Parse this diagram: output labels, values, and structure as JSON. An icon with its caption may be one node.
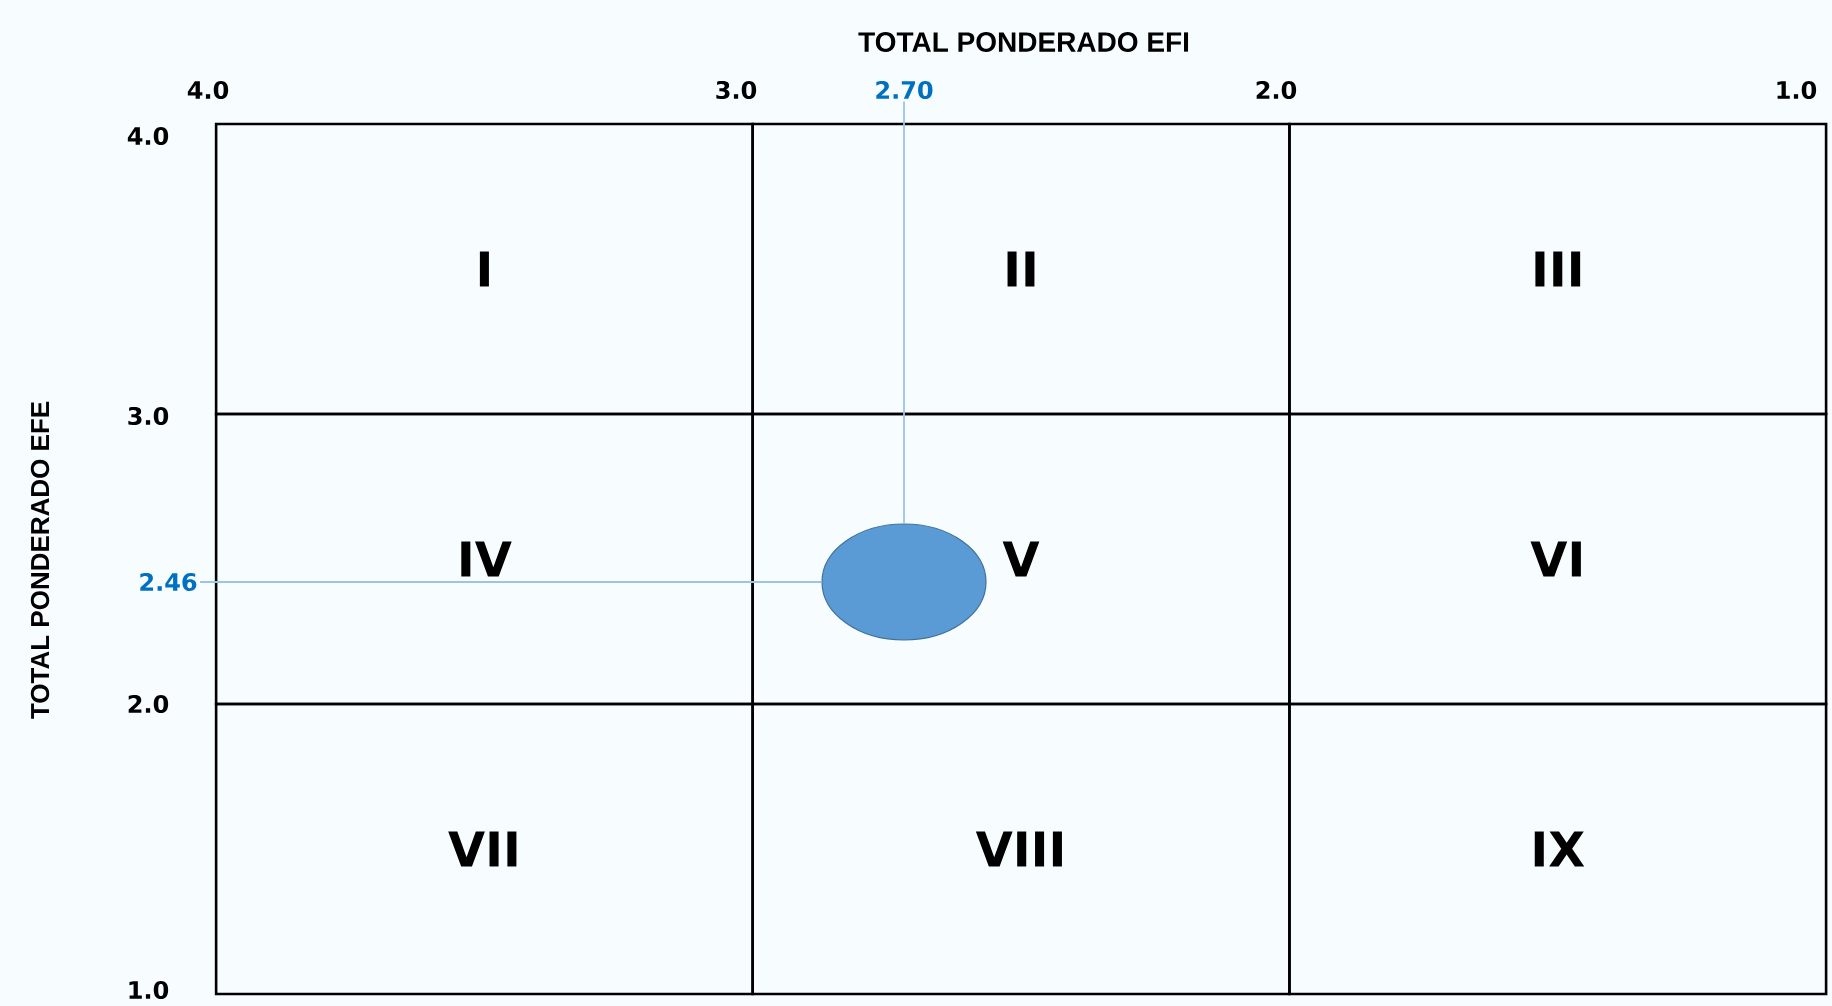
{
  "diagram": {
    "nodes": [
      {
        "text": [
          "I"
        ]
      },
      {
        "text": [
          "II"
        ]
      },
      {
        "text": [
          "III"
        ]
      },
      {
        "text": [
          "IV"
        ]
      },
      {
        "text": [
          "V"
        ]
      },
      {
        "text": [
          "VI"
        ]
      },
      {
        "text": [
          "VII"
        ]
      },
      {
        "text": [
          "VIII"
        ]
      },
      {
        "text": [
          "IX"
        ]
      },
      {
        "text": [
          "2.70"
        ]
      },
      {
        "text": [
          "2.46"
        ]
      },
      {
        "text": [],
        "shape": "circle",
        "in": 4
      }
    ],
    "edges": [
      {
        "from": 9,
        "to": 11,
        "arrow": "none",
        "color": "#9dc3e6"
      },
      {
        "from": 10,
        "to": 11,
        "arrow": "none",
        "color": "#9dc3e6"
      }
    ],
    "labels": [
      "TOTAL PONDERADO EFI",
      "4.0",
      "3.0",
      "2.0",
      "1.0",
      "TOTAL PONDERADO EFE",
      "4.0",
      "3.0",
      "2.0",
      "1.0"
    ]
  }
}
